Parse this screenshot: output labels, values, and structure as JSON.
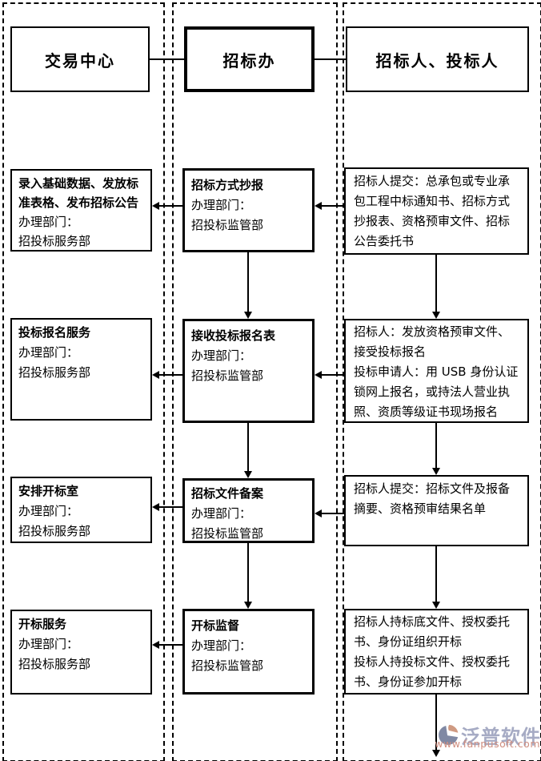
{
  "columns": [
    {
      "header": "交易中心",
      "steps": [
        {
          "title": "录入基础数据、发放标准表格、发布招标公告",
          "dept_label": "办理部门：",
          "dept": "招投标服务部"
        },
        {
          "title": "投标报名服务",
          "dept_label": "办理部门：",
          "dept": "招投标服务部"
        },
        {
          "title": "安排开标室",
          "dept_label": "办理部门：",
          "dept": "招投标服务部"
        },
        {
          "title": "开标服务",
          "dept_label": "办理部门：",
          "dept": "招投标服务部"
        }
      ]
    },
    {
      "header": "招标办",
      "steps": [
        {
          "title": "招标方式抄报",
          "dept_label": "办理部门：",
          "dept": "招投标监管部"
        },
        {
          "title": "接收投标报名表",
          "dept_label": "办理部门：",
          "dept": "招投标监管部"
        },
        {
          "title": "招标文件备案",
          "dept_label": "办理部门：",
          "dept": "招投标监管部"
        },
        {
          "title": "开标监督",
          "dept_label": "办理部门：",
          "dept": "招投标监管部"
        }
      ]
    },
    {
      "header": "招标人、投标人",
      "steps": [
        {
          "lines": [
            "招标人提交：总承包或专业承包工程中标通知书、招标方式抄报表、资格预审文件、招标公告委托书",
            ""
          ]
        },
        {
          "lines": [
            "招标人：发放资格预审文件、接受投标报名",
            "投标申请人：用 USB 身份认证锁网上报名，或持法人营业执照、资质等级证书现场报名"
          ]
        },
        {
          "lines": [
            "招标人提交：招标文件及报备摘要、资格预审结果名单",
            ""
          ]
        },
        {
          "lines": [
            "招标人持标底文件、授权委托书、身份证组织开标",
            "投标人持投标文件、授权委托书、身份证参加开标"
          ]
        }
      ]
    }
  ],
  "watermark": {
    "brand": "泛普软件",
    "url": "www.fanpusoft.com",
    "brand_color": "#a6abc4",
    "url_color": "#cf8e80",
    "icon_main_color": "#8089a4",
    "icon_accent_color": "#cf9a82"
  }
}
